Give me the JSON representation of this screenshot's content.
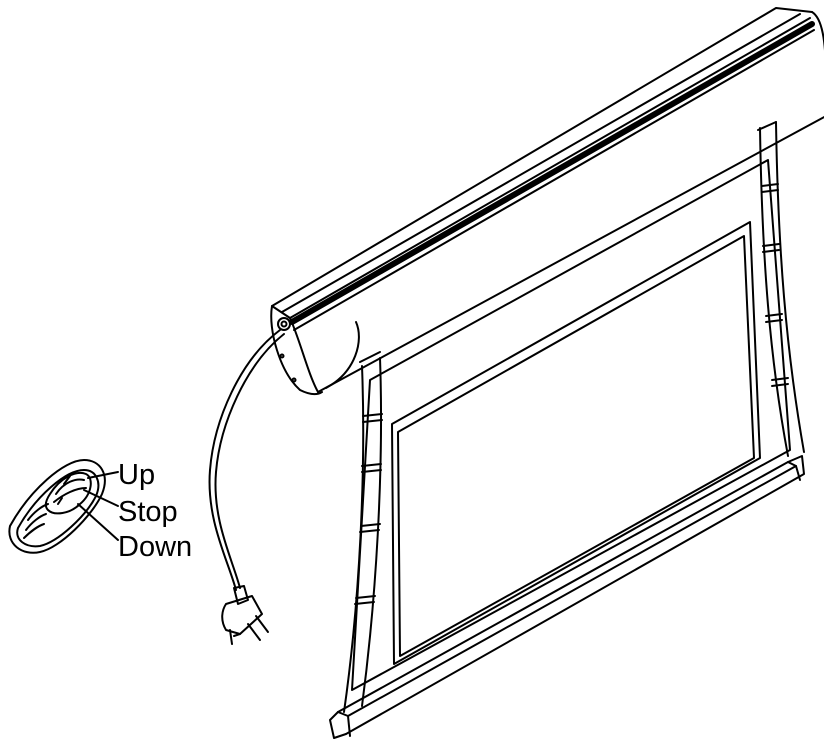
{
  "remote": {
    "buttons": [
      {
        "id": "up",
        "label": "Up"
      },
      {
        "id": "stop",
        "label": "Stop"
      },
      {
        "id": "down",
        "label": "Down"
      }
    ]
  },
  "colors": {
    "line": "#000000",
    "background": "#ffffff"
  },
  "icons": [
    "remote-control-icon",
    "power-plug-icon"
  ]
}
